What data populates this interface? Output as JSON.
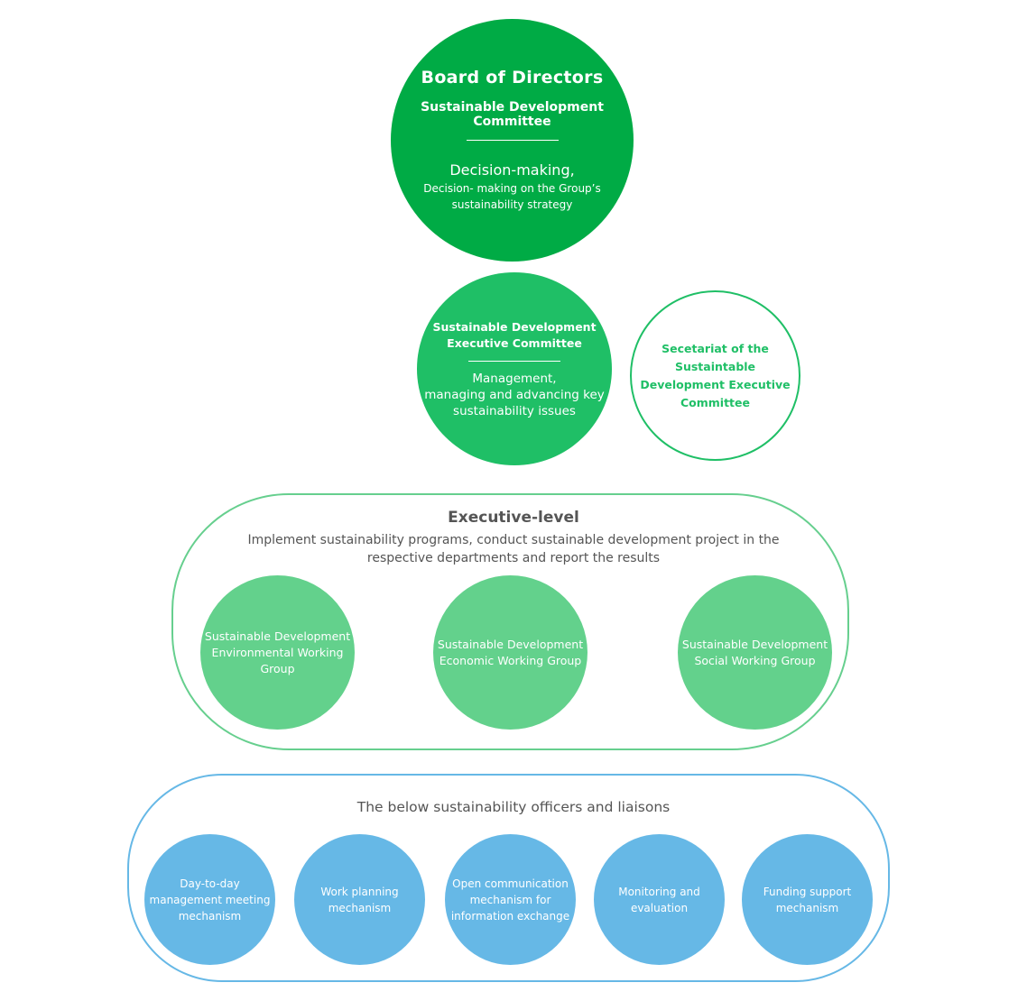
{
  "board": {
    "title": "Board of Directors",
    "committee": "Sustainable Development Committee",
    "role": "Decision-making,",
    "description": "Decision- making on the Group’s sustainability strategy"
  },
  "executive_committee": {
    "name": "Sustainable Development Executive Committee",
    "role": "Management,",
    "description": "managing and advancing key sustainability issues"
  },
  "secretariat": {
    "name": "Secetariat of the Sustaintable Development Executive Committee"
  },
  "executive_level": {
    "title": "Executive-level",
    "description": "Implement sustainability programs, conduct sustainable development project in the respective departments and report the results",
    "working_groups": [
      "Sustainable Development Environmental Working Group",
      "Sustainable Development Economic Working Group",
      "Sustainable Development Social Working Group"
    ]
  },
  "officers": {
    "title": "The below sustainability officers and liaisons",
    "mechanisms": [
      "Day-to-day management meeting mechanism",
      "Work planning mechanism",
      "Open communication mechanism for information exchange",
      "Monitoring and evaluation",
      "Funding support mechanism"
    ]
  },
  "colors": {
    "board": "#00ab45",
    "executive_committee": "#1fbf66",
    "working_group": "#63d18c",
    "mechanism": "#66b8e6",
    "text_gray": "#555555"
  }
}
